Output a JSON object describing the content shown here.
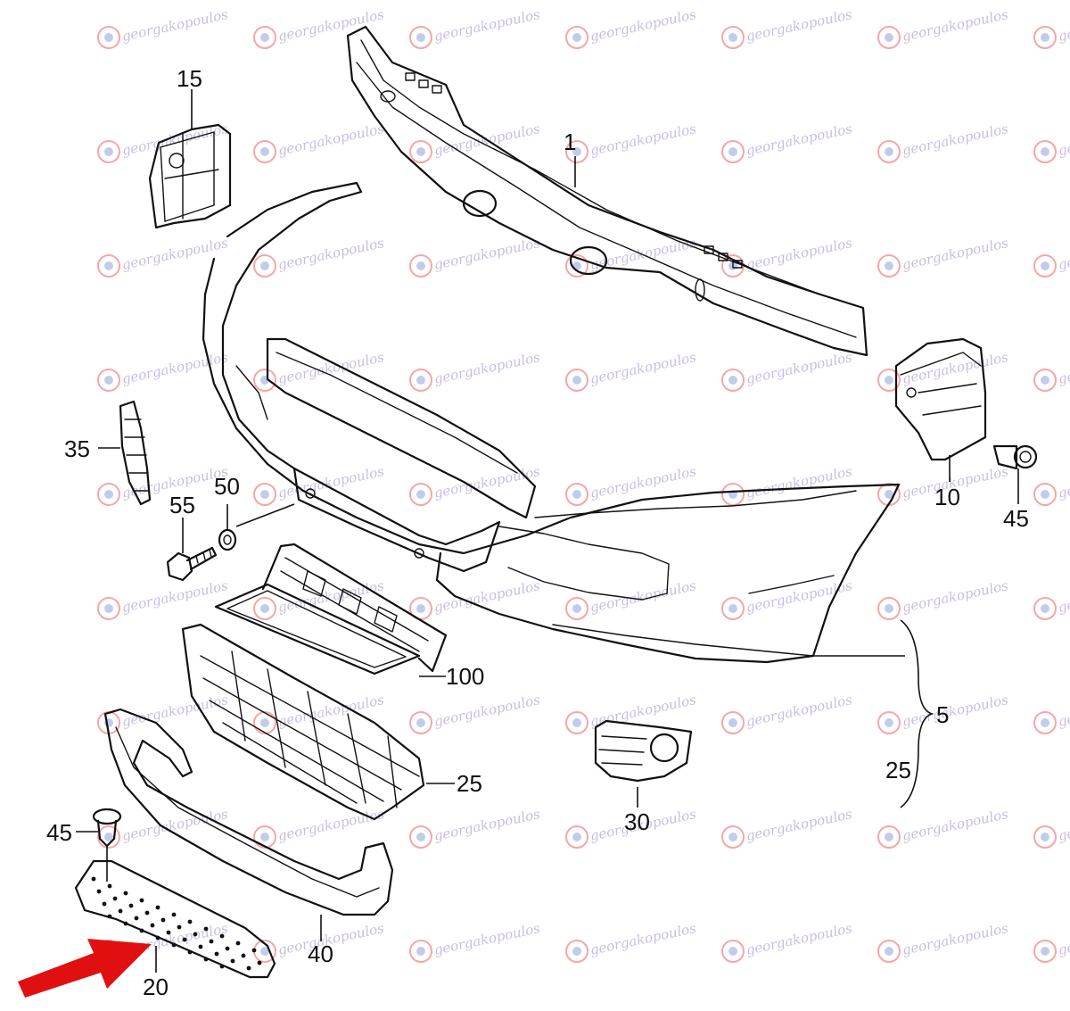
{
  "diagram": {
    "watermark_text": "georgakopoulos",
    "callouts": [
      {
        "id": "1",
        "label": "1"
      },
      {
        "id": "15",
        "label": "15"
      },
      {
        "id": "35",
        "label": "35"
      },
      {
        "id": "50",
        "label": "50"
      },
      {
        "id": "55",
        "label": "55"
      },
      {
        "id": "10",
        "label": "10"
      },
      {
        "id": "45a",
        "label": "45"
      },
      {
        "id": "100",
        "label": "100"
      },
      {
        "id": "25a",
        "label": "25"
      },
      {
        "id": "5",
        "label": "5"
      },
      {
        "id": "25b",
        "label": "25"
      },
      {
        "id": "30",
        "label": "30"
      },
      {
        "id": "45b",
        "label": "45"
      },
      {
        "id": "40",
        "label": "40"
      },
      {
        "id": "20",
        "label": "20"
      }
    ],
    "highlight_arrow_color": "#e01010"
  }
}
